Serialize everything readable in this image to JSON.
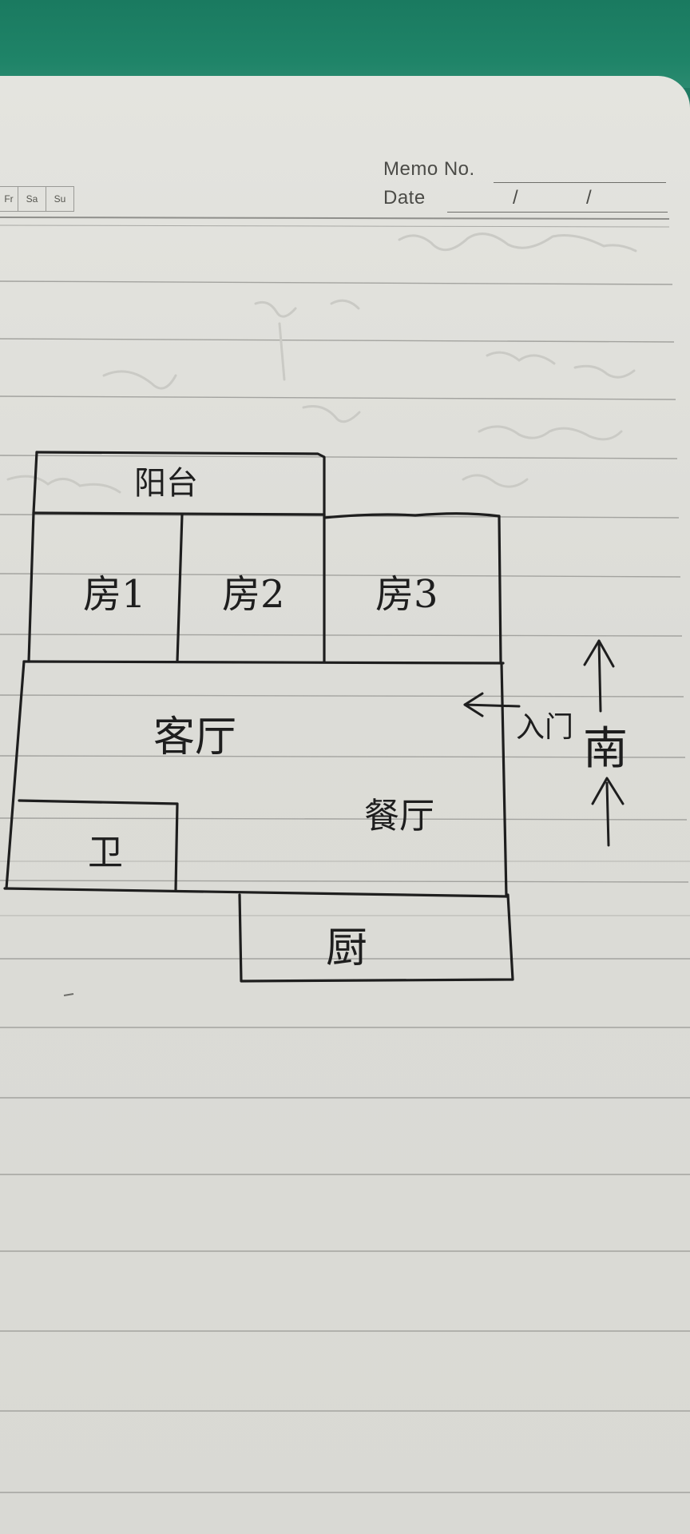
{
  "header": {
    "memo_label": "Memo No.",
    "date_label": "Date",
    "date_separators": [
      "/",
      "/"
    ],
    "weekdays": [
      "Fr",
      "Sa",
      "Su"
    ]
  },
  "floor_plan": {
    "rooms": [
      {
        "id": "balcony",
        "label": "阳台"
      },
      {
        "id": "bedroom1",
        "label": "房1"
      },
      {
        "id": "bedroom2",
        "label": "房2"
      },
      {
        "id": "bedroom3",
        "label": "房3"
      },
      {
        "id": "living",
        "label": "客厅"
      },
      {
        "id": "dining",
        "label": "餐厅"
      },
      {
        "id": "bathroom",
        "label": "卫"
      },
      {
        "id": "kitchen",
        "label": "厨"
      }
    ],
    "entrance_label": "入门",
    "orientation_label": "南"
  },
  "colors": {
    "ink": "#1e1e1e",
    "paper": "#dcdcd7",
    "rule": "#9c9c98",
    "cover": "#1f7a63"
  }
}
